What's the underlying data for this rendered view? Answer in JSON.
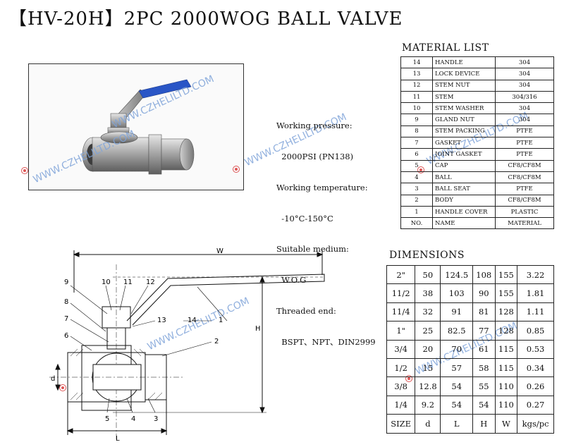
{
  "title": "【HV-20H】2PC 2000WOG BALL VALVE",
  "specs": {
    "lines": [
      "Working pressure:",
      "  2000PSI (PN138)",
      "Working temperature:",
      "  -10°C-150°C",
      "Suitable medium:",
      "  W.O.G",
      "Threaded end:",
      "  BSPT、NPT、DIN2999"
    ]
  },
  "watermark": "WWW.CZHELILTD.COM",
  "material_list": {
    "title": "MATERIAL LIST",
    "rows": [
      [
        "14",
        "HANDLE",
        "304"
      ],
      [
        "13",
        "LOCK DEVICE",
        "304"
      ],
      [
        "12",
        "STEM NUT",
        "304"
      ],
      [
        "11",
        "STEM",
        "304/316"
      ],
      [
        "10",
        "STEM WASHER",
        "304"
      ],
      [
        "9",
        "GLAND NUT",
        "304"
      ],
      [
        "8",
        "STEM PACKING",
        "PTFE"
      ],
      [
        "7",
        "GASKET",
        "PTFE"
      ],
      [
        "6",
        "JOINT GASKET",
        "PTFE"
      ],
      [
        "5",
        "CAP",
        "CF8/CF8M"
      ],
      [
        "4",
        "BALL",
        "CF8/CF8M"
      ],
      [
        "3",
        "BALL SEAT",
        "PTFE"
      ],
      [
        "2",
        "BODY",
        "CF8/CF8M"
      ],
      [
        "1",
        "HANDLE COVER",
        "PLASTIC"
      ],
      [
        "NO.",
        "NAME",
        "MATERIAL"
      ]
    ]
  },
  "dimensions": {
    "title": "DIMENSIONS",
    "rows": [
      [
        "2\"",
        "50",
        "124.5",
        "108",
        "155",
        "3.22"
      ],
      [
        "11/2",
        "38",
        "103",
        "90",
        "155",
        "1.81"
      ],
      [
        "11/4",
        "32",
        "91",
        "81",
        "128",
        "1.11"
      ],
      [
        "1\"",
        "25",
        "82.5",
        "77",
        "128",
        "0.85"
      ],
      [
        "3/4",
        "20",
        "70",
        "61",
        "115",
        "0.53"
      ],
      [
        "1/2",
        "15",
        "57",
        "58",
        "115",
        "0.34"
      ],
      [
        "3/8",
        "12.8",
        "54",
        "55",
        "110",
        "0.26"
      ],
      [
        "1/4",
        "9.2",
        "54",
        "54",
        "110",
        "0.27"
      ],
      [
        "SIZE",
        "d",
        "L",
        "H",
        "W",
        "kgs/pc"
      ]
    ]
  },
  "drawing": {
    "part_numbers": [
      "1",
      "2",
      "3",
      "4",
      "5",
      "6",
      "7",
      "8",
      "9",
      "10",
      "11",
      "12",
      "13",
      "14"
    ],
    "dim_labels": {
      "w": "W",
      "h": "H",
      "l": "L",
      "d": "d"
    }
  },
  "colors": {
    "handle_grip": "#2a56c6",
    "watermark": "#7ea3d9"
  }
}
